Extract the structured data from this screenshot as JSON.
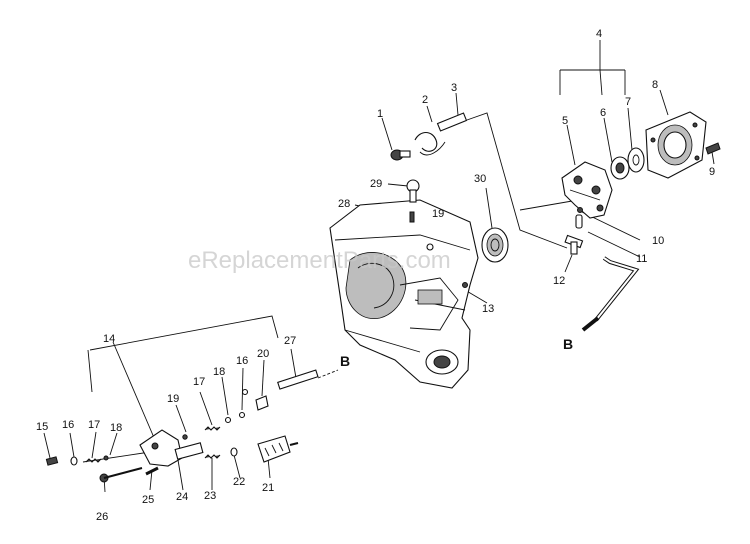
{
  "watermark": "eReplacementParts.com",
  "callouts": {
    "c1": "1",
    "c2": "2",
    "c3": "3",
    "c4": "4",
    "c5": "5",
    "c6": "6",
    "c7": "7",
    "c8": "8",
    "c9": "9",
    "c10": "10",
    "c11": "11",
    "c12": "12",
    "c13": "13",
    "c14": "14",
    "c15": "15",
    "c16a": "16",
    "c16b": "16",
    "c17a": "17",
    "c17b": "17",
    "c18a": "18",
    "c18b": "18",
    "c19a": "19",
    "c19b": "19",
    "c20": "20",
    "c21": "21",
    "c22": "22",
    "c23": "23",
    "c24": "24",
    "c25": "25",
    "c26": "26",
    "c27": "27",
    "c28": "28",
    "c29": "29",
    "c30": "30"
  },
  "connectors": {
    "b_right": "B",
    "b_left": "B"
  }
}
